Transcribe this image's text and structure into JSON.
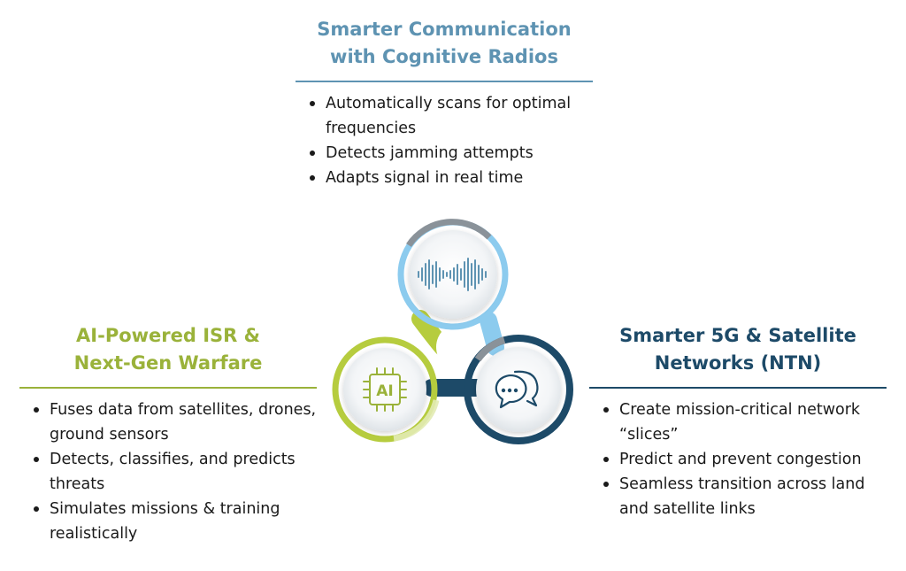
{
  "top": {
    "title_line1": "Smarter Communication",
    "title_line2": "with Cognitive Radios",
    "bullets": [
      "Automatically scans for optimal frequencies",
      "Detects jamming attempts",
      "Adapts signal in real time"
    ],
    "color": "#5e93b2"
  },
  "left": {
    "title_line1": "AI-Powered ISR &",
    "title_line2": "Next-Gen Warfare",
    "bullets": [
      "Fuses data from satellites, drones, ground sensors",
      "Detects, classifies, and predicts threats",
      "Simulates missions & training realistically"
    ],
    "color": "#9ab23a"
  },
  "right": {
    "title_line1": "Smarter 5G & Satellite",
    "title_line2": "Networks (NTN)",
    "bullets": [
      "Create mission-critical network “slices”",
      "Predict and prevent congestion",
      "Seamless transition across land and satellite links"
    ],
    "color": "#1d4a68"
  },
  "hub": {
    "ai_label": "AI",
    "icons": [
      "sound-wave-icon",
      "ai-chip-icon",
      "chat-bubbles-icon"
    ],
    "colors": {
      "light_blue": "#8ccbee",
      "dark_blue": "#1d4a68",
      "green": "#b6cc3e",
      "gray": "#8a9299"
    }
  }
}
